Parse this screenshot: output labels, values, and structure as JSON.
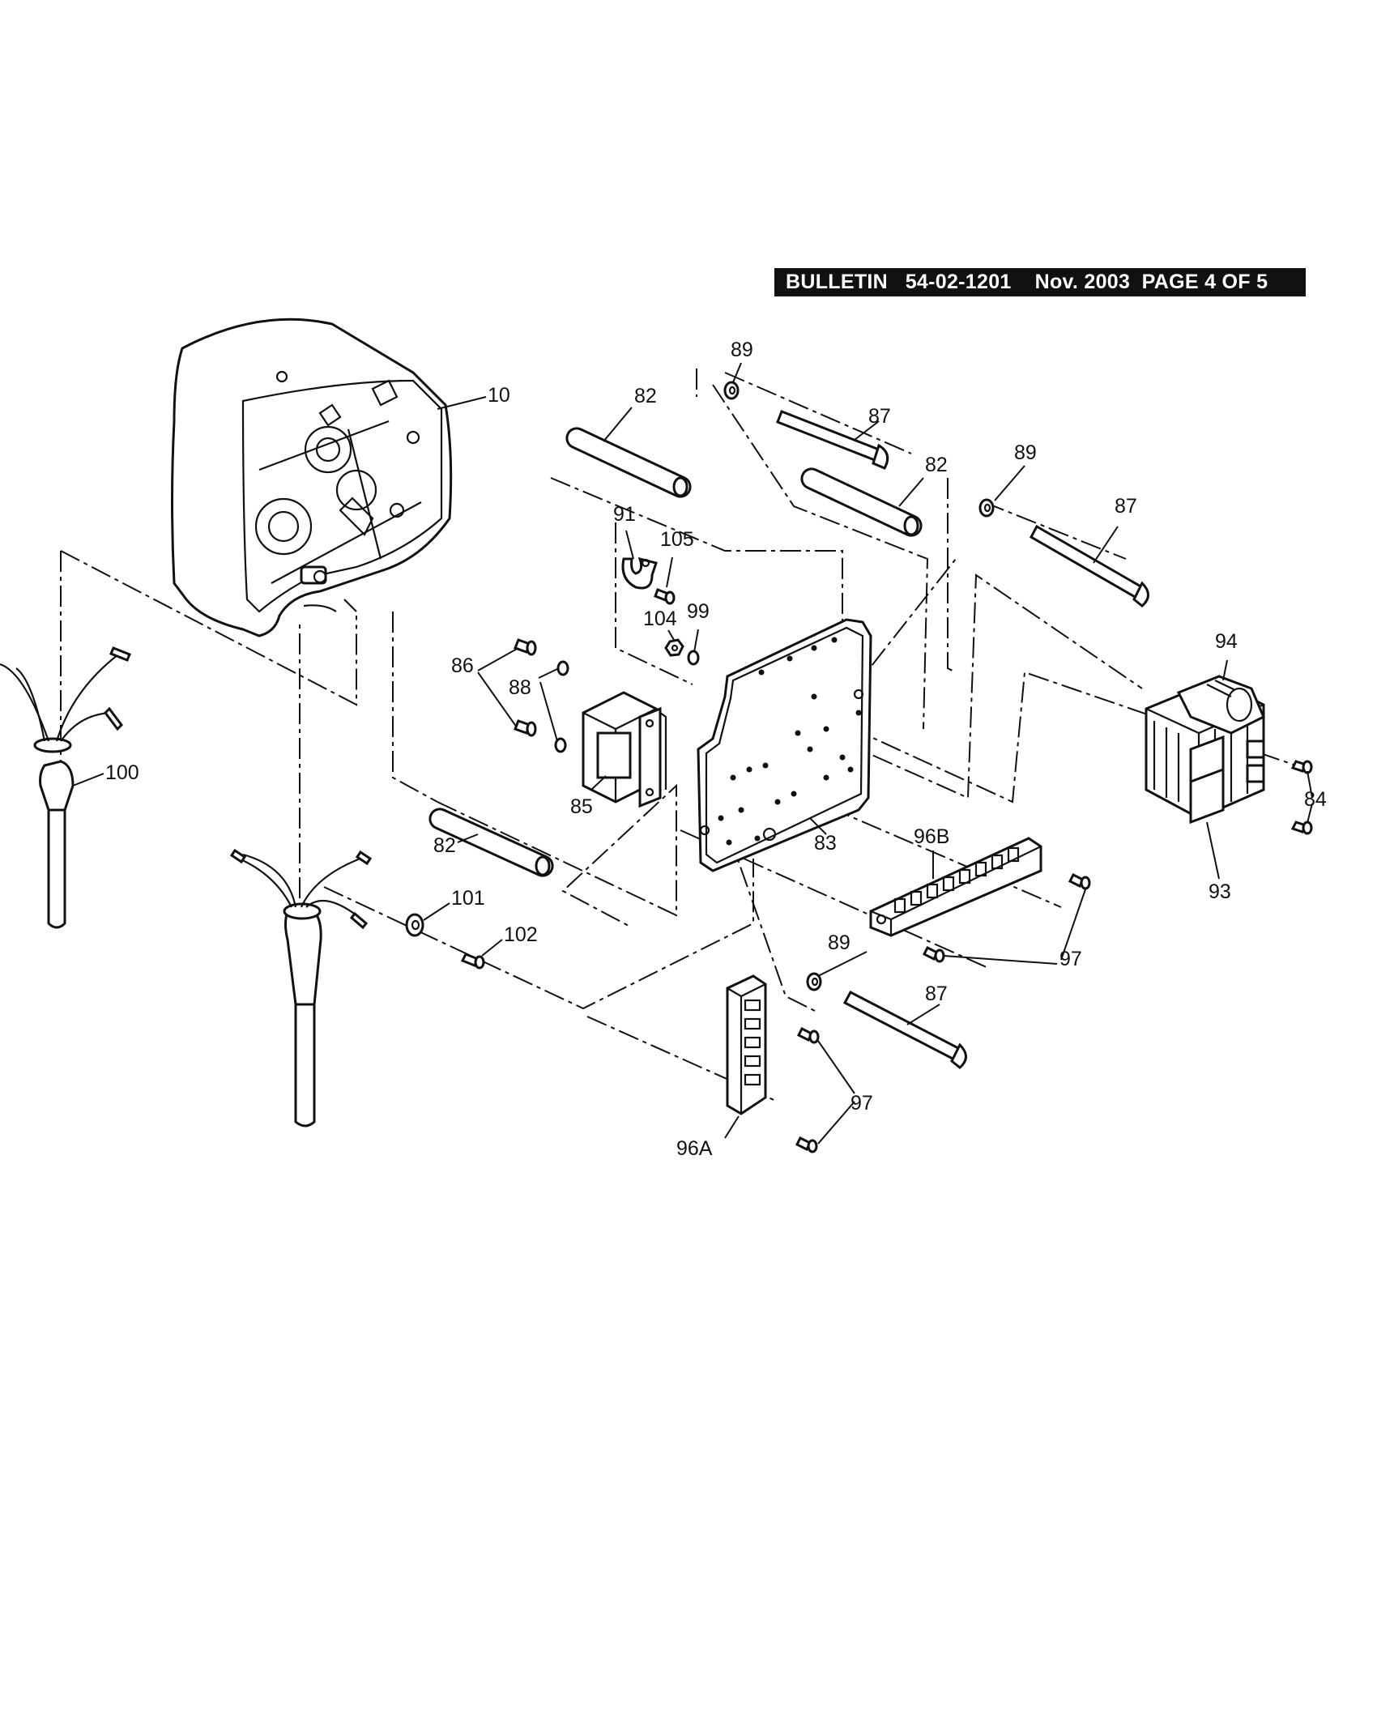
{
  "header": {
    "text": "BULLETIN   54-02-1201    Nov. 2003  PAGE 4 OF 5"
  },
  "callouts": {
    "c10": "10",
    "c82a": "82",
    "c82b": "82",
    "c82c": "82",
    "c89a": "89",
    "c89b": "89",
    "c89c": "89",
    "c87a": "87",
    "c87b": "87",
    "c87c": "87",
    "c91": "91",
    "c105": "105",
    "c104": "104",
    "c99": "99",
    "c86": "86",
    "c88": "88",
    "c85": "85",
    "c83": "83",
    "c94": "94",
    "c84": "84",
    "c93": "93",
    "c96b": "96B",
    "c97a": "97",
    "c97b": "97",
    "c96a": "96A",
    "c100": "100",
    "c101": "101",
    "c102": "102"
  }
}
